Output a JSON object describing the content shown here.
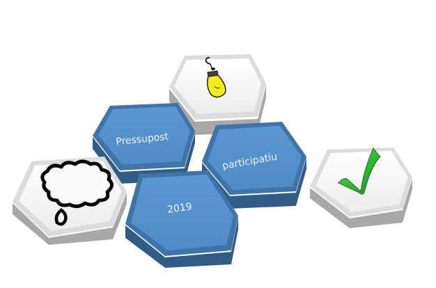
{
  "diagram": {
    "colors": {
      "blue_top": "#5592cd",
      "blue_side": "#2f5d86",
      "blue_bevel": "#3f74a8",
      "white_top": "#f4f4f4",
      "white_side": "#a9a9a9",
      "white_bevel": "#d9d9d9",
      "label": "#f2f2f2",
      "check_green": "#2db52d",
      "bulb_yellow": "#f5ec1e"
    },
    "tiles": [
      {
        "id": "lightbulb",
        "style": "white",
        "icon": "lightbulb-icon",
        "label": ""
      },
      {
        "id": "pressupost",
        "style": "blue",
        "icon": "",
        "label": "Pressupost"
      },
      {
        "id": "participatiu",
        "style": "blue",
        "icon": "",
        "label": "participatiu"
      },
      {
        "id": "year",
        "style": "blue",
        "icon": "",
        "label": "2019"
      },
      {
        "id": "thought",
        "style": "white",
        "icon": "thought-bubble-icon",
        "label": ""
      },
      {
        "id": "check",
        "style": "white",
        "icon": "checkmark-icon",
        "label": ""
      }
    ]
  }
}
